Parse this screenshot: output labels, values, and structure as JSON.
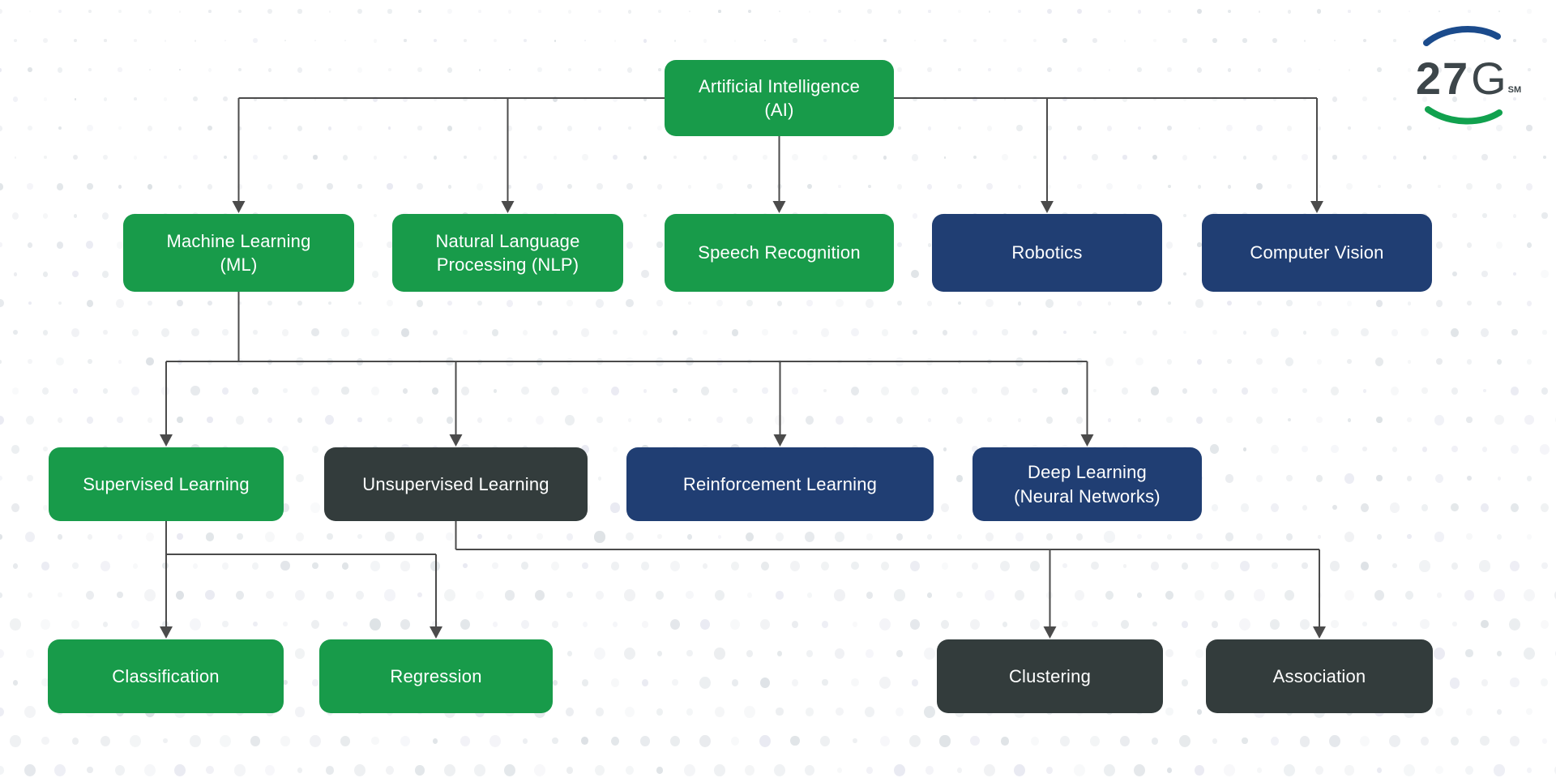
{
  "brand": {
    "name_number": "27",
    "name_letter": "G",
    "trademark": "SM",
    "text_color": "#3d464a",
    "arc_top_color": "#1b4b8c",
    "arc_bottom_color": "#11a14e"
  },
  "palette": {
    "green": "#189b4a",
    "navy": "#203e73",
    "charcoal": "#333c3c",
    "line": "#4b4b4b",
    "background": "#ffffff",
    "dot": "#e0e4e8",
    "node_text": "#ffffff"
  },
  "nodes": [
    {
      "id": "ai",
      "label": "Artificial Intelligence (AI)",
      "lines": [
        "Artificial Intelligence",
        "(AI)"
      ],
      "color": "green"
    },
    {
      "id": "ml",
      "label": "Machine Learning (ML)",
      "lines": [
        "Machine Learning",
        "(ML)"
      ],
      "color": "green"
    },
    {
      "id": "nlp",
      "label": "Natural Language Processing (NLP)",
      "lines": [
        "Natural Language",
        "Processing (NLP)"
      ],
      "color": "green"
    },
    {
      "id": "speech",
      "label": "Speech Recognition",
      "lines": [
        "Speech Recognition"
      ],
      "color": "green"
    },
    {
      "id": "robotics",
      "label": "Robotics",
      "lines": [
        "Robotics"
      ],
      "color": "navy"
    },
    {
      "id": "cv",
      "label": "Computer Vision",
      "lines": [
        "Computer Vision"
      ],
      "color": "navy"
    },
    {
      "id": "supervised",
      "label": "Supervised Learning",
      "lines": [
        "Supervised Learning"
      ],
      "color": "green"
    },
    {
      "id": "unsupervised",
      "label": "Unsupervised Learning",
      "lines": [
        "Unsupervised Learning"
      ],
      "color": "charcoal"
    },
    {
      "id": "reinforcement",
      "label": "Reinforcement Learning",
      "lines": [
        "Reinforcement Learning"
      ],
      "color": "navy"
    },
    {
      "id": "deep",
      "label": "Deep Learning (Neural Networks)",
      "lines": [
        "Deep Learning",
        "(Neural Networks)"
      ],
      "color": "navy"
    },
    {
      "id": "classification",
      "label": "Classification",
      "lines": [
        "Classification"
      ],
      "color": "green"
    },
    {
      "id": "regression",
      "label": "Regression",
      "lines": [
        "Regression"
      ],
      "color": "green"
    },
    {
      "id": "clustering",
      "label": "Clustering",
      "lines": [
        "Clustering"
      ],
      "color": "charcoal"
    },
    {
      "id": "association",
      "label": "Association",
      "lines": [
        "Association"
      ],
      "color": "charcoal"
    }
  ],
  "edges": [
    {
      "from": "ai",
      "to": "ml"
    },
    {
      "from": "ai",
      "to": "nlp"
    },
    {
      "from": "ai",
      "to": "speech"
    },
    {
      "from": "ai",
      "to": "robotics"
    },
    {
      "from": "ai",
      "to": "cv"
    },
    {
      "from": "ml",
      "to": "supervised"
    },
    {
      "from": "ml",
      "to": "unsupervised"
    },
    {
      "from": "ml",
      "to": "reinforcement"
    },
    {
      "from": "ml",
      "to": "deep"
    },
    {
      "from": "supervised",
      "to": "classification"
    },
    {
      "from": "supervised",
      "to": "regression"
    },
    {
      "from": "unsupervised",
      "to": "clustering"
    },
    {
      "from": "unsupervised",
      "to": "association"
    }
  ]
}
